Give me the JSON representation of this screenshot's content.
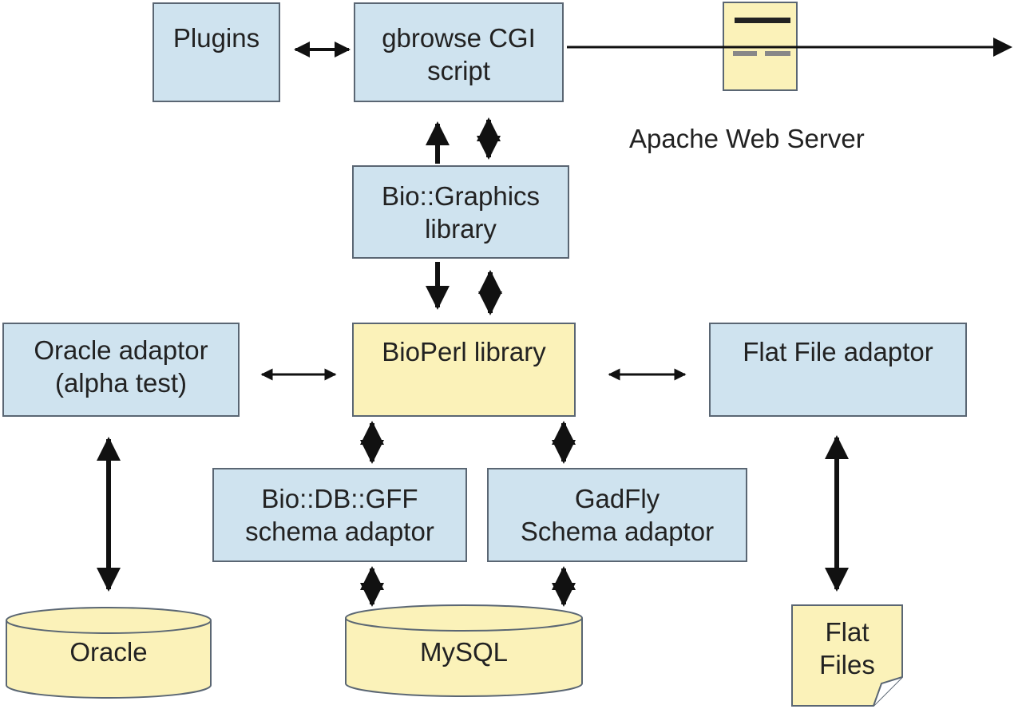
{
  "nodes": {
    "plugins": {
      "line1": "Plugins"
    },
    "gbrowse": {
      "line1": "gbrowse CGI",
      "line2": "script"
    },
    "web_server": {
      "caption": "Apache Web Server"
    },
    "graphics": {
      "line1": "Bio::Graphics",
      "line2": "library"
    },
    "oracle_adaptor": {
      "line1": "Oracle adaptor",
      "line2": "(alpha test)"
    },
    "bioperl": {
      "line1": "BioPerl library"
    },
    "flatfile_adaptor": {
      "line1": "Flat File adaptor"
    },
    "gff_adaptor": {
      "line1": "Bio::DB::GFF",
      "line2": "schema adaptor"
    },
    "gadfly_adaptor": {
      "line1": "GadFly",
      "line2": "Schema adaptor"
    },
    "oracle_db": {
      "line1": "Oracle"
    },
    "mysql_db": {
      "line1": "MySQL"
    },
    "flat_files": {
      "line1": "Flat",
      "line2": "Files"
    }
  },
  "colors": {
    "box_blue": "#cfe3ef",
    "box_yellow": "#fbf2b9",
    "border": "#5a6673",
    "arrow": "#111111"
  }
}
